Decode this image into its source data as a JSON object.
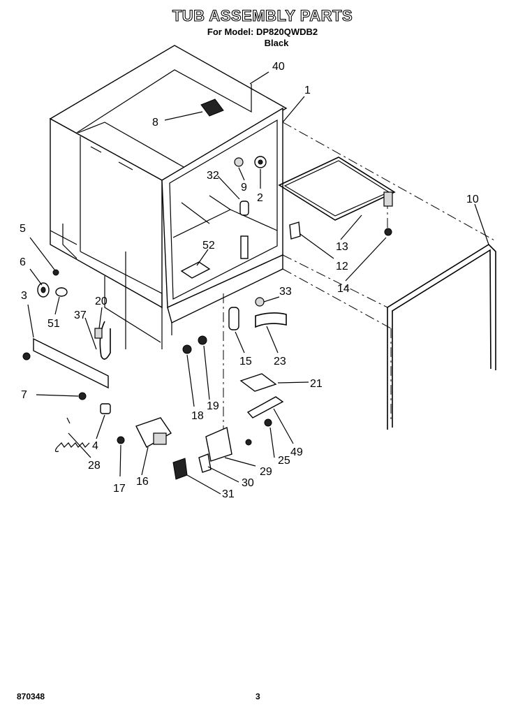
{
  "header": {
    "title": "TUB ASSEMBLY PARTS",
    "model_line": "For Model: DP820QWDB2",
    "color_line": "Black"
  },
  "footer": {
    "doc_number": "870348",
    "page_number": "3"
  },
  "callouts": [
    "40",
    "1",
    "8",
    "32",
    "9",
    "2",
    "10",
    "5",
    "52",
    "13",
    "12",
    "6",
    "14",
    "3",
    "51",
    "33",
    "37",
    "20",
    "15",
    "23",
    "21",
    "7",
    "18",
    "19",
    "49",
    "4",
    "28",
    "17",
    "16",
    "25",
    "29",
    "30",
    "31"
  ]
}
